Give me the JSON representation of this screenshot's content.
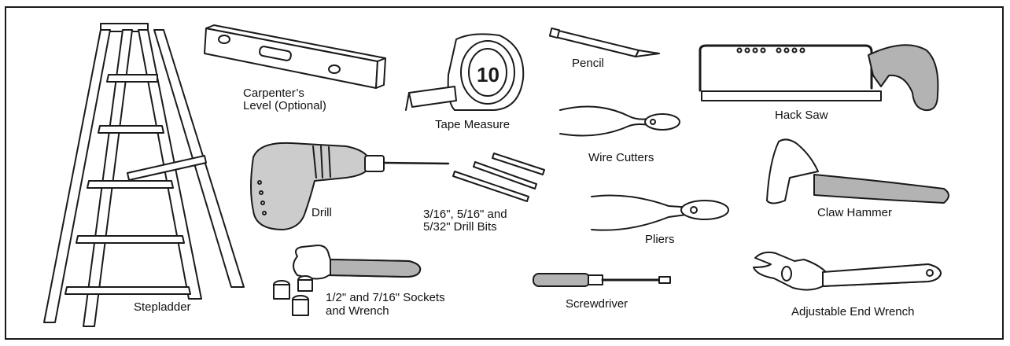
{
  "labels": {
    "stepladder": "Stepladder",
    "level_line1": "Carpenter’s",
    "level_line2": "Level (Optional)",
    "tape": "Tape Measure",
    "pencil": "Pencil",
    "hacksaw": "Hack Saw",
    "wirecutters": "Wire Cutters",
    "drill": "Drill",
    "bits_line1": "3/16\", 5/16\" and",
    "bits_line2": "5/32\" Drill Bits",
    "pliers": "Pliers",
    "hammer": "Claw Hammer",
    "sockets_line1": "1/2\" and 7/16\" Sockets",
    "sockets_line2": "and Wrench",
    "screwdriver": "Screwdriver",
    "wrench": "Adjustable End Wrench"
  },
  "tape_numeral": "10",
  "colors": {
    "outline": "#1a1a1a",
    "grip": "#b3b3b3",
    "body": "#d9d9d9"
  }
}
